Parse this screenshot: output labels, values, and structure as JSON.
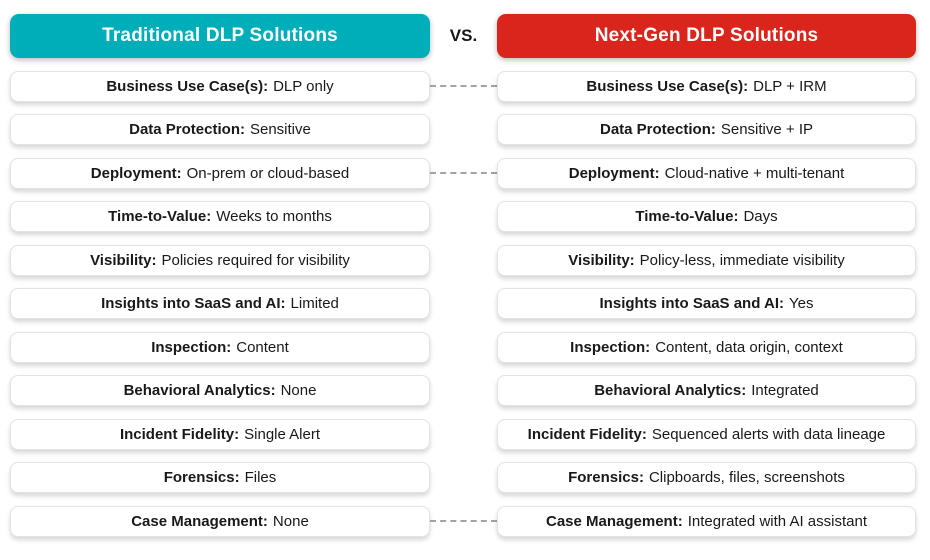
{
  "header": {
    "left_label": "Traditional DLP Solutions",
    "vs_label": "VS.",
    "right_label": "Next-Gen DLP Solutions"
  },
  "colors": {
    "traditional_header": "#00AEB9",
    "nextgen_header": "#D9251C",
    "connector_dash": "#A3A3A3",
    "text": "#191919"
  },
  "rows": [
    {
      "label": "Business Use Case(s):",
      "left": "DLP only",
      "right": "DLP + IRM",
      "connected": true
    },
    {
      "label": "Data Protection:",
      "left": "Sensitive",
      "right": "Sensitive + IP",
      "connected": false
    },
    {
      "label": "Deployment:",
      "left": "On-prem or cloud-based",
      "right": "Cloud-native + multi-tenant",
      "connected": true
    },
    {
      "label": "Time-to-Value:",
      "left": "Weeks to months",
      "right": "Days",
      "connected": false
    },
    {
      "label": "Visibility:",
      "left": "Policies required for visibility",
      "right": "Policy-less, immediate visibility",
      "connected": false
    },
    {
      "label": "Insights into SaaS and AI:",
      "left": "Limited",
      "right": "Yes",
      "connected": false
    },
    {
      "label": "Inspection:",
      "left": "Content",
      "right": "Content, data origin, context",
      "connected": false
    },
    {
      "label": "Behavioral Analytics:",
      "left": "None",
      "right": "Integrated",
      "connected": false
    },
    {
      "label": "Incident Fidelity:",
      "left": "Single Alert",
      "right": "Sequenced alerts with data lineage",
      "connected": false
    },
    {
      "label": "Forensics:",
      "left": "Files",
      "right": "Clipboards, files, screenshots",
      "connected": false
    },
    {
      "label": "Case Management:",
      "left": "None",
      "right": "Integrated with AI assistant",
      "connected": true
    }
  ]
}
